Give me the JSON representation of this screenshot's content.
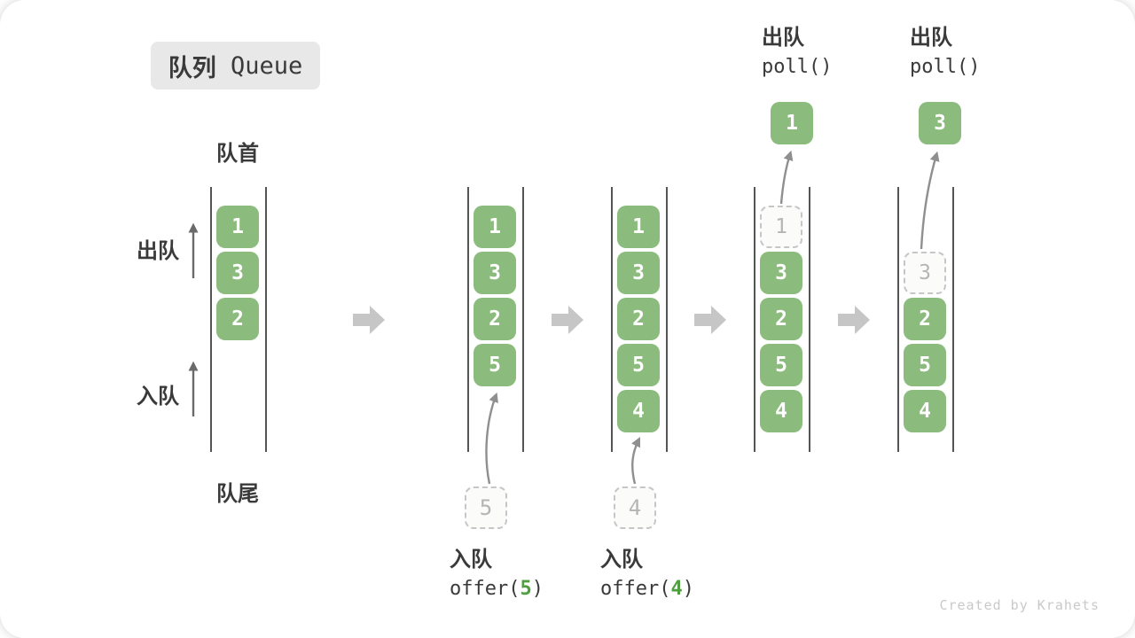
{
  "title": {
    "zh": "队列",
    "en": " Queue"
  },
  "labels": {
    "front": "队首",
    "rear": "队尾",
    "dequeue": "出队",
    "enqueue": "入队"
  },
  "colors": {
    "cell_green": "#8bbb7d",
    "code_arg_green": "#4f9e3f",
    "step_arrow_gray": "#c6c6c6",
    "wall_dark": "#555555",
    "dashed_border": "#c6c6c6",
    "title_bg": "#e8e8e8"
  },
  "diagram": {
    "queues": [
      {
        "cells": [
          {
            "v": "1",
            "style": "solid"
          },
          {
            "v": "3",
            "style": "solid"
          },
          {
            "v": "2",
            "style": "solid"
          }
        ]
      },
      {
        "cells": [
          {
            "v": "1",
            "style": "solid"
          },
          {
            "v": "3",
            "style": "solid"
          },
          {
            "v": "2",
            "style": "solid"
          },
          {
            "v": "5",
            "style": "solid"
          }
        ]
      },
      {
        "cells": [
          {
            "v": "1",
            "style": "solid"
          },
          {
            "v": "3",
            "style": "solid"
          },
          {
            "v": "2",
            "style": "solid"
          },
          {
            "v": "5",
            "style": "solid"
          },
          {
            "v": "4",
            "style": "solid"
          }
        ]
      },
      {
        "cells": [
          {
            "v": "1",
            "style": "dashed"
          },
          {
            "v": "3",
            "style": "solid"
          },
          {
            "v": "2",
            "style": "solid"
          },
          {
            "v": "5",
            "style": "solid"
          },
          {
            "v": "4",
            "style": "solid"
          }
        ]
      },
      {
        "cells": [
          {
            "v": "3",
            "style": "dashed"
          },
          {
            "v": "2",
            "style": "solid"
          },
          {
            "v": "5",
            "style": "solid"
          },
          {
            "v": "4",
            "style": "solid"
          }
        ]
      }
    ],
    "enqueue_ops": [
      {
        "label": "入队",
        "fn": "offer(",
        "arg": "5",
        "close": ")",
        "staged": "5"
      },
      {
        "label": "入队",
        "fn": "offer(",
        "arg": "4",
        "close": ")",
        "staged": "4"
      }
    ],
    "dequeue_ops": [
      {
        "label": "出队",
        "code": "poll()",
        "result": "1"
      },
      {
        "label": "出队",
        "code": "poll()",
        "result": "3"
      }
    ]
  },
  "credit": "Created by Krahets"
}
